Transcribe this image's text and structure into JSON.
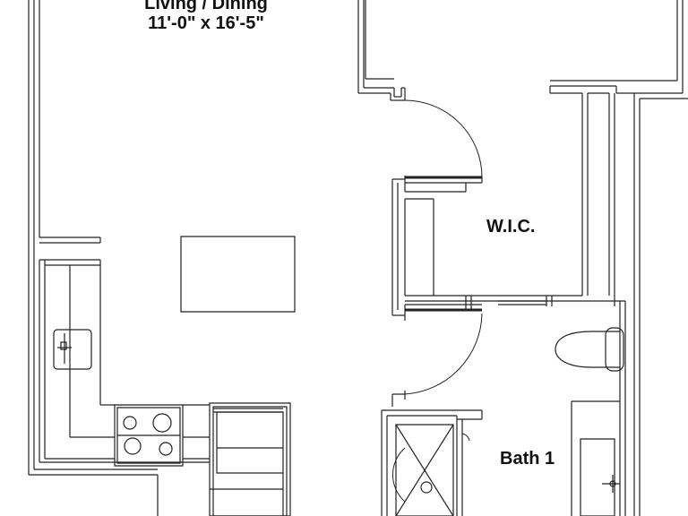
{
  "rooms": {
    "living": {
      "name": "Living / Dining",
      "dimensions": "11'-0\" x 16'-5\""
    },
    "wic": {
      "name": "W.I.C."
    },
    "bath": {
      "name": "Bath 1"
    }
  },
  "colors": {
    "wall": "#222222",
    "background": "#ffffff",
    "text": "#111111"
  }
}
